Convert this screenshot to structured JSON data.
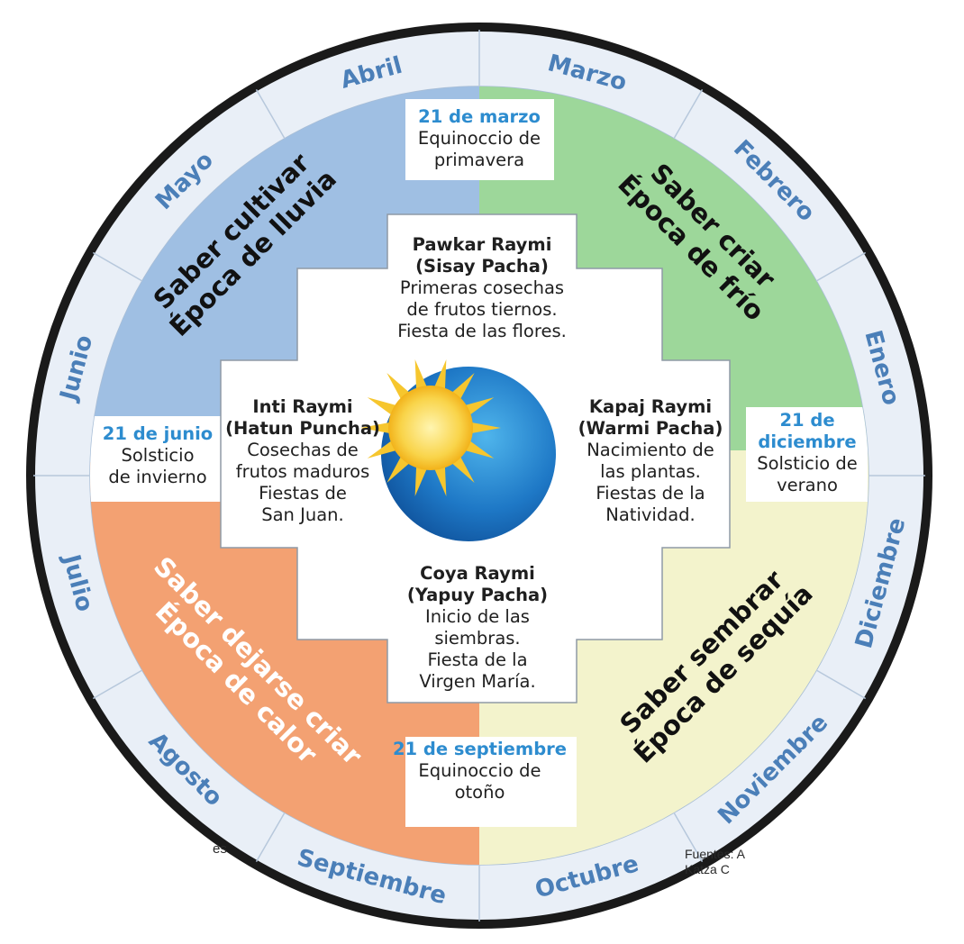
{
  "months": [
    "Marzo",
    "Febrero",
    "Enero",
    "Diciembre",
    "Noviembre",
    "Octubre",
    "Septiembre",
    "Agosto",
    "Julio",
    "Junio",
    "Mayo",
    "Abril"
  ],
  "seasons": {
    "top_left": {
      "line1": "Saber cultivar",
      "line2": "Época de lluvia",
      "color": "#111111"
    },
    "top_right": {
      "line1": "Saber criar",
      "line2": "Época de frío",
      "color": "#111111"
    },
    "bottom_left": {
      "line1": "Saber dejarse criar",
      "line2": "Época de calor",
      "color": "#ffffff"
    },
    "bottom_right": {
      "line1": "Saber sembrar",
      "line2": "Época de sequía",
      "color": "#111111"
    }
  },
  "markers": {
    "marzo": {
      "date": "21 de marzo",
      "label_1": "Equinoccio de",
      "label_2": "primavera"
    },
    "junio": {
      "date": "21 de junio",
      "label_1": "Solsticio",
      "label_2": "de invierno"
    },
    "diciembre": {
      "date_1": "21 de",
      "date_2": "diciembre",
      "label_1": "Solsticio de",
      "label_2": "verano"
    },
    "septiembre": {
      "date": "21 de septiembre",
      "label_1": "Equinoccio de",
      "label_2": "otoño"
    }
  },
  "festivals": {
    "pawkar": {
      "title_1": "Pawkar Raymi",
      "title_2": "(Sisay Pacha)",
      "desc_1": "Primeras cosechas",
      "desc_2": "de frutos tiernos.",
      "desc_3": "Fiesta de las flores."
    },
    "inti": {
      "title_1": "Inti Raymi",
      "title_2": "(Hatun Puncha)",
      "desc_1": "Cosechas de",
      "desc_2": "frutos maduros",
      "desc_3": "Fiestas de",
      "desc_4": "San Juan."
    },
    "kapaj": {
      "title_1": "Kapaj Raymi",
      "title_2": "(Warmi Pacha)",
      "desc_1": "Nacimiento de",
      "desc_2": "las plantas.",
      "desc_3": "Fiestas de la",
      "desc_4": "Natividad."
    },
    "coya": {
      "title_1": "Coya Raymi",
      "title_2": "(Yapuy Pacha)",
      "desc_1": "Inicio de las",
      "desc_2": "siembras.",
      "desc_3": "Fiesta de la",
      "desc_4": "Virgen María."
    }
  },
  "source": {
    "line1": "Fuentes: A",
    "line2": "Katza C"
  },
  "fragment": "es",
  "colors": {
    "blue_quadrant": "#9fbfe3",
    "green_quadrant": "#9dd79a",
    "orange_quadrant": "#f3a172",
    "yellow_quadrant": "#f3f3cc",
    "ring": "#e8eef6",
    "month_text": "#4b7fb8",
    "date_text": "#2d8ccf"
  }
}
